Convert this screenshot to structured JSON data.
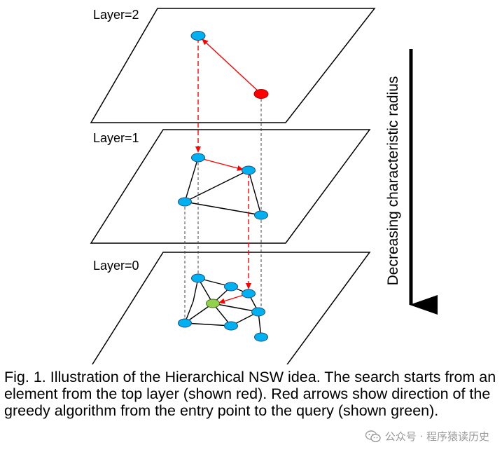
{
  "layers": [
    {
      "label": "Layer=2"
    },
    {
      "label": "Layer=1"
    },
    {
      "label": "Layer=0"
    }
  ],
  "axis": {
    "label": "Decreasing characteristic radius"
  },
  "caption": "Fig. 1. Illustration of the Hierarchical NSW idea. The search starts from an element from the top layer (shown red). Red arrows show direction of the greedy algorithm from the entry point to the query (shown green).",
  "watermark": {
    "text": "公众号 · 程序猿读历史",
    "icon": "wechat-icon"
  },
  "colors": {
    "node": "#00B0F0",
    "entry": "#FF0000",
    "query": "#92D050",
    "arrow": "#FF0000",
    "edge": "#000000"
  }
}
